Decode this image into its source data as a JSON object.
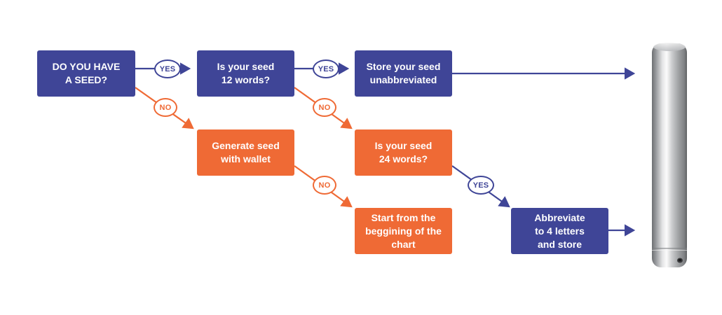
{
  "colors": {
    "blue": "#3f4597",
    "orange": "#ef6a35"
  },
  "nodes": {
    "have_seed": "DO YOU HAVE\nA SEED?",
    "seed_12": "Is your seed\n12 words?",
    "store_unabbreviated": "Store your seed\nunabbreviated",
    "generate_seed": "Generate seed\nwith wallet",
    "seed_24": "Is your seed\n24 words?",
    "start_over": "Start from the\nbeggining of the\nchart",
    "abbreviate": "Abbreviate\nto 4 letters\nand store"
  },
  "labels": {
    "yes": "YES",
    "no": "NO"
  },
  "icons": {
    "storage_capsule": "metal-cylinder-capsule"
  }
}
